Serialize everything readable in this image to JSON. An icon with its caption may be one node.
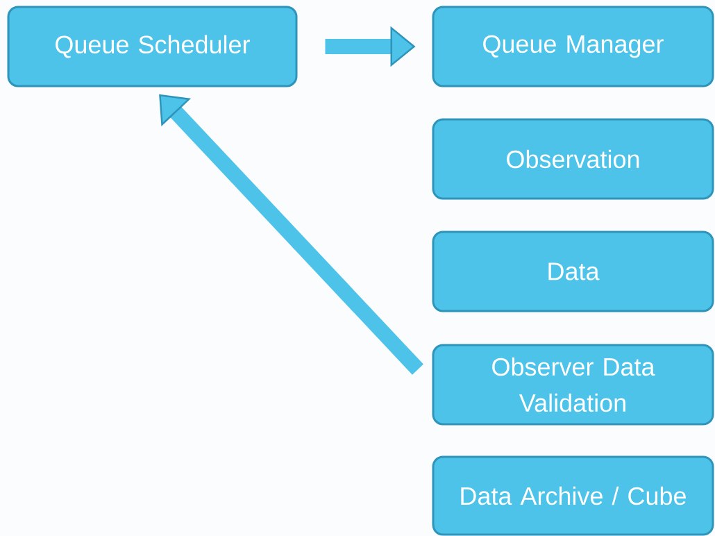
{
  "diagram": {
    "nodes": [
      {
        "text": [
          "Queue Scheduler"
        ]
      },
      {
        "text": [
          "Queue Manager"
        ]
      },
      {
        "text": [
          "Observation"
        ]
      },
      {
        "text": [
          "Data"
        ]
      },
      {
        "text": [
          "Observer Data Validation"
        ]
      },
      {
        "text": [
          "Data Archive / Cube"
        ]
      }
    ],
    "edges": [
      {
        "from": 0,
        "to": 1,
        "arrow": "to"
      },
      {
        "from": 4,
        "to": 0,
        "arrow": "to"
      }
    ]
  }
}
